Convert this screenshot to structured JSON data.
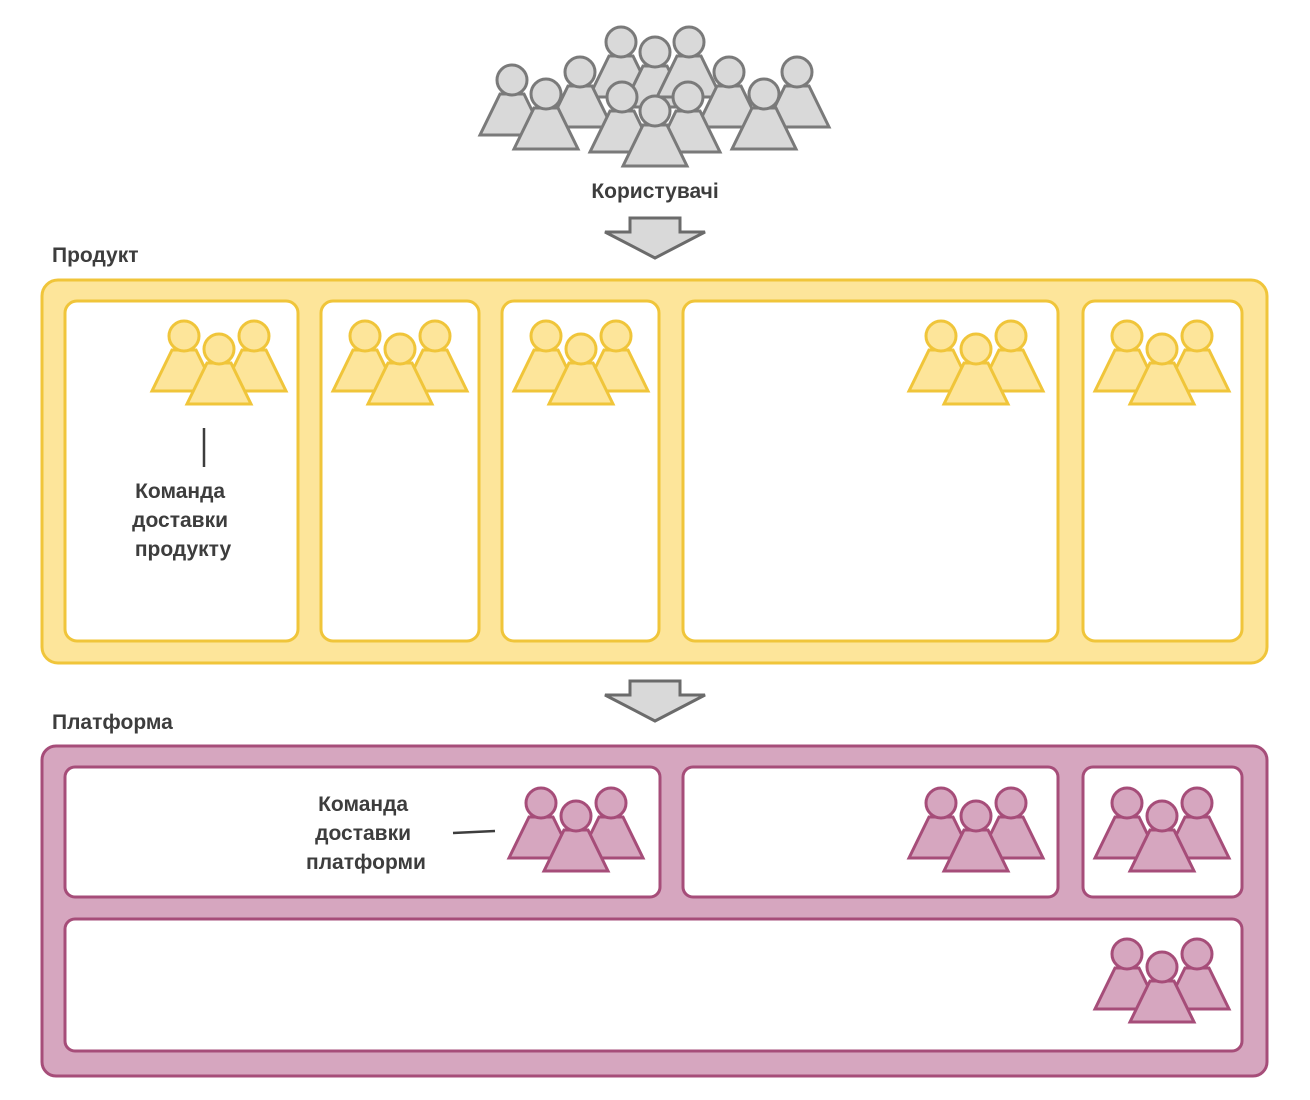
{
  "colors": {
    "users_fill": "#d9d9d9",
    "users_stroke": "#7a7a7a",
    "product_bg": "#fde59a",
    "product_stroke": "#f0c53a",
    "product_people_fill": "#fde59a",
    "platform_bg": "#d6a6bf",
    "platform_stroke": "#a64d79",
    "platform_people_fill": "#d6a6bf",
    "arrow_fill": "#d9d9d9",
    "arrow_stroke": "#6b6b6b",
    "text": "#3d3d3d"
  },
  "users": {
    "label": "Користувачі",
    "icon": "user-crowd-icon"
  },
  "product": {
    "label": "Продукт",
    "team_callout": [
      "Команда",
      "доставки",
      "продукту"
    ],
    "team_count": 5,
    "icon": "team-icon"
  },
  "platform": {
    "label": "Платформа",
    "team_callout": [
      "Команда",
      "доставки",
      "платформи"
    ],
    "team_count": 4,
    "icon": "team-icon"
  }
}
